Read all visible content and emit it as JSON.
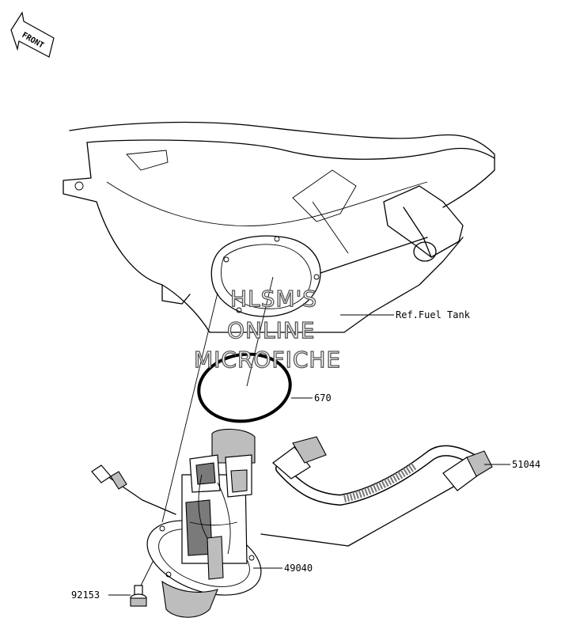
{
  "front_marker": "FRONT",
  "watermark": [
    "HLSM'S",
    "ONLINE",
    "MICROFICHE"
  ],
  "callouts": {
    "fuel_tank": "Ref.Fuel Tank",
    "o_ring": "670",
    "fuel_hose": "51044",
    "fuel_pump": "49040",
    "bolt": "92153"
  }
}
